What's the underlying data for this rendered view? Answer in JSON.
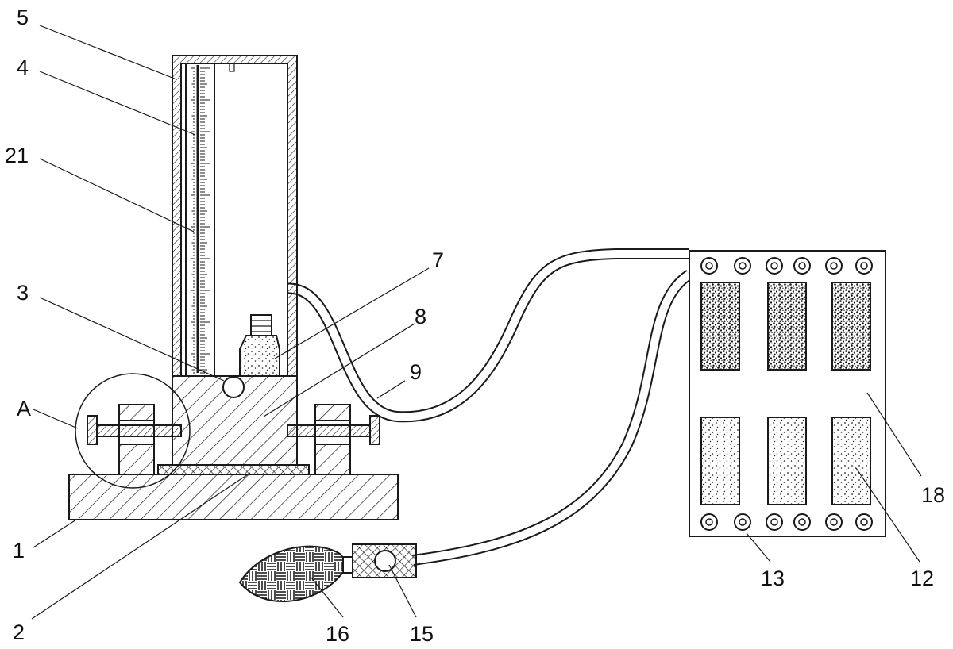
{
  "diagram": {
    "callouts": [
      {
        "id": "c5",
        "text": "5"
      },
      {
        "id": "c4",
        "text": "4"
      },
      {
        "id": "c21",
        "text": "21"
      },
      {
        "id": "c3",
        "text": "3"
      },
      {
        "id": "cA",
        "text": "A"
      },
      {
        "id": "c7",
        "text": "7"
      },
      {
        "id": "c8",
        "text": "8"
      },
      {
        "id": "c9",
        "text": "9"
      },
      {
        "id": "c1",
        "text": "1"
      },
      {
        "id": "c2",
        "text": "2"
      },
      {
        "id": "c16",
        "text": "16"
      },
      {
        "id": "c15",
        "text": "15"
      },
      {
        "id": "c13",
        "text": "13"
      },
      {
        "id": "c12",
        "text": "12"
      },
      {
        "id": "c18",
        "text": "18"
      }
    ]
  }
}
